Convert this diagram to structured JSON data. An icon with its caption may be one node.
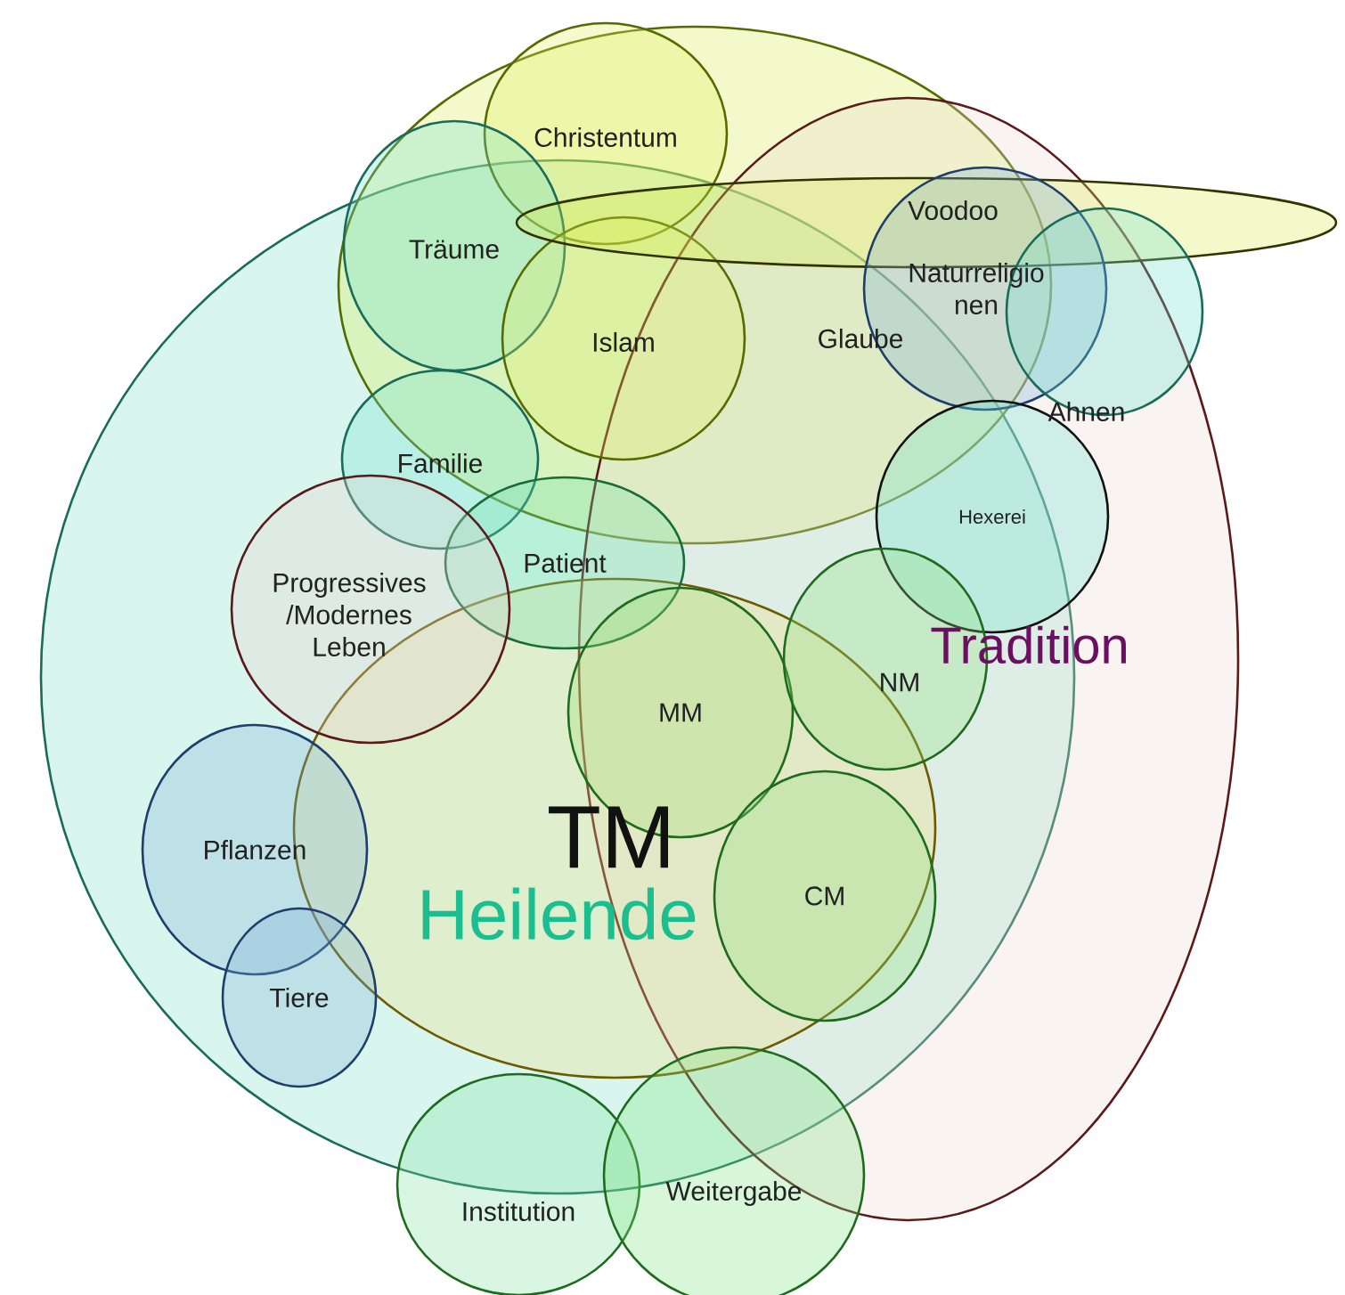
{
  "diagram": {
    "nodes": [
      {
        "text": [],
        "shape": "circle"
      },
      {
        "text": [
          "Glaube"
        ]
      },
      {
        "text": [
          "Tradition"
        ]
      },
      {
        "text": [
          "TM",
          "Heilende"
        ],
        "in": 0
      },
      {
        "text": [
          "Christentum"
        ],
        "in": 1
      },
      {
        "text": [
          "Träume"
        ],
        "in": 1
      },
      {
        "text": [
          "Islam"
        ]
      },
      {
        "text": [],
        "shape": "ellipse"
      },
      {
        "text": [
          "Voodoo",
          "Naturreligio nen"
        ],
        "in": 2
      },
      {
        "text": [
          "Ahnen"
        ],
        "in": 2
      },
      {
        "text": [
          "Familie"
        ]
      },
      {
        "text": [
          "Hexerei"
        ],
        "in": 2
      },
      {
        "text": [
          "Patient"
        ],
        "in": 0
      },
      {
        "text": [
          "Progressives /Modernes Leben"
        ],
        "in": 0
      },
      {
        "text": [
          "MM"
        ]
      },
      {
        "text": [
          "NM"
        ]
      },
      {
        "text": [
          "CM"
        ]
      },
      {
        "text": [
          "Pflanzen"
        ],
        "in": 0
      },
      {
        "text": [
          "Tiere"
        ],
        "in": 0
      },
      {
        "text": [
          "Institution"
        ]
      },
      {
        "text": [
          "Weitergabe"
        ]
      }
    ]
  }
}
